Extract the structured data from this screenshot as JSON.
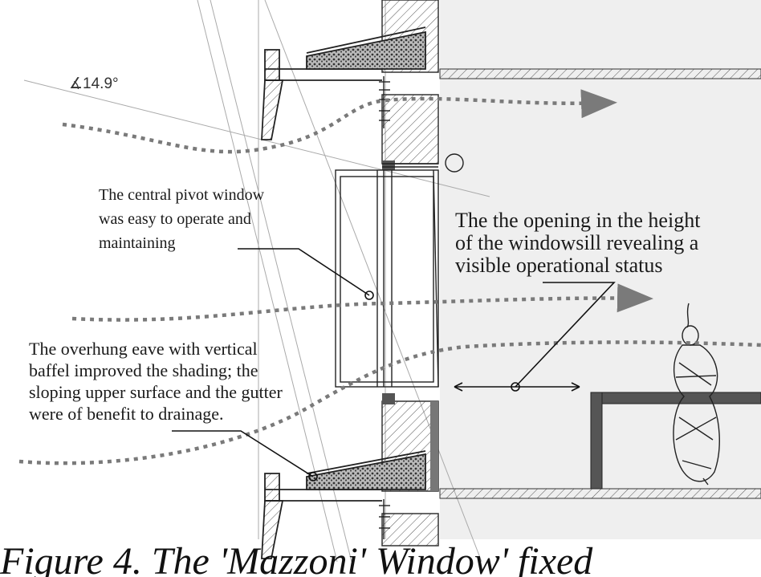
{
  "angle_label": "∡14.9°",
  "annotations": {
    "pivot_window": "The central pivot window\nwas easy to operate and\nmaintaining",
    "opening": "The the opening in the height\nof the windowsill revealing a\nvisible operational status",
    "eave": "The overhung eave with vertical\nbaffel improved the shading;  the\nsloping upper surface and the gutter\nwere of benefit to drainage."
  },
  "caption": "Figure 4. The 'Mazzoni' Window' fixed",
  "colors": {
    "line": "#1a1a1a",
    "hatch": "#555555",
    "wall_fill": "#eeeeee",
    "dark_fill": "#555555",
    "airflow": "#7a7a7a"
  }
}
